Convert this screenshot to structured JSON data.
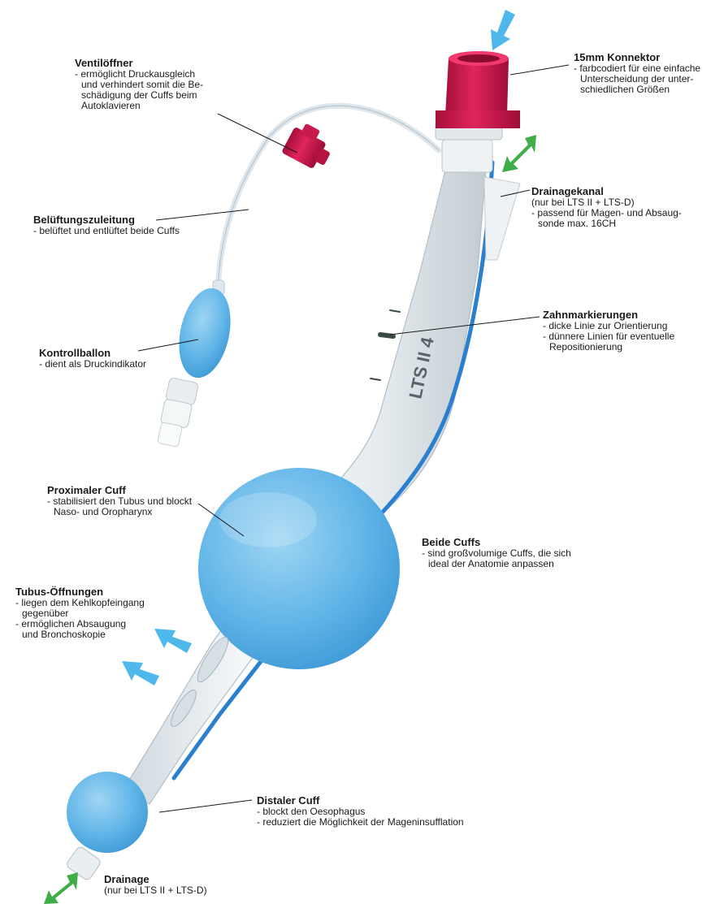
{
  "colors": {
    "connector_red": "#d1164e",
    "cuff_blue": "#5fb3e6",
    "arrow_blue": "#4fb8ea",
    "arrow_green": "#3fae49",
    "tube_clear": "#e9eef1",
    "drain_channel_blue": "#2b7fcf"
  },
  "icons": {
    "blue_arrow": "arrow-icon",
    "green_double_arrow": "double-arrow-icon"
  },
  "tube_print": {
    "model_text": "LTS II 4"
  },
  "labels": {
    "konnektor": {
      "title": "15mm Konnektor",
      "lines": [
        "- farbcodiert für eine einfache",
        "Unterscheidung der unter-",
        "schiedlichen Größen"
      ]
    },
    "ventiloeffner": {
      "title": "Ventilöffner",
      "lines": [
        "- ermöglicht Druckausgleich",
        "und verhindert somit die Be-",
        "schädigung der Cuffs beim",
        "Autoklavieren"
      ]
    },
    "drainagekanal": {
      "title": "Drainagekanal",
      "lines": [
        "(nur bei LTS II + LTS-D)",
        "- passend für Magen- und Absaug-",
        "sonde max. 16CH"
      ]
    },
    "belueftung": {
      "title": "Belüftungszuleitung",
      "lines": [
        "- belüftet und entlüftet beide Cuffs"
      ]
    },
    "zahnmarkierungen": {
      "title": "Zahnmarkierungen",
      "lines": [
        "- dicke Linie zur Orientierung",
        "- dünnere Linien für eventuelle",
        "Repositionierung"
      ]
    },
    "kontrollballon": {
      "title": "Kontrollballon",
      "lines": [
        "- dient als Druckindikator"
      ]
    },
    "proximaler_cuff": {
      "title": "Proximaler Cuff",
      "lines": [
        "- stabilisiert den Tubus und blockt",
        "Naso- und Oropharynx"
      ]
    },
    "beide_cuffs": {
      "title": "Beide Cuffs",
      "lines": [
        "- sind großvolumige Cuffs, die sich",
        "ideal der Anatomie anpassen"
      ]
    },
    "tubus_oeffnungen": {
      "title": "Tubus-Öffnungen",
      "lines": [
        "- liegen dem Kehlkopfeingang",
        "gegenüber",
        "- ermöglichen Absaugung",
        "und Bronchoskopie"
      ]
    },
    "distaler_cuff": {
      "title": "Distaler Cuff",
      "lines": [
        "- blockt den Oesophagus",
        "- reduziert die Möglichkeit der Mageninsufflation"
      ]
    },
    "drainage": {
      "title": "Drainage",
      "lines": [
        "(nur bei LTS II + LTS-D)"
      ]
    }
  }
}
